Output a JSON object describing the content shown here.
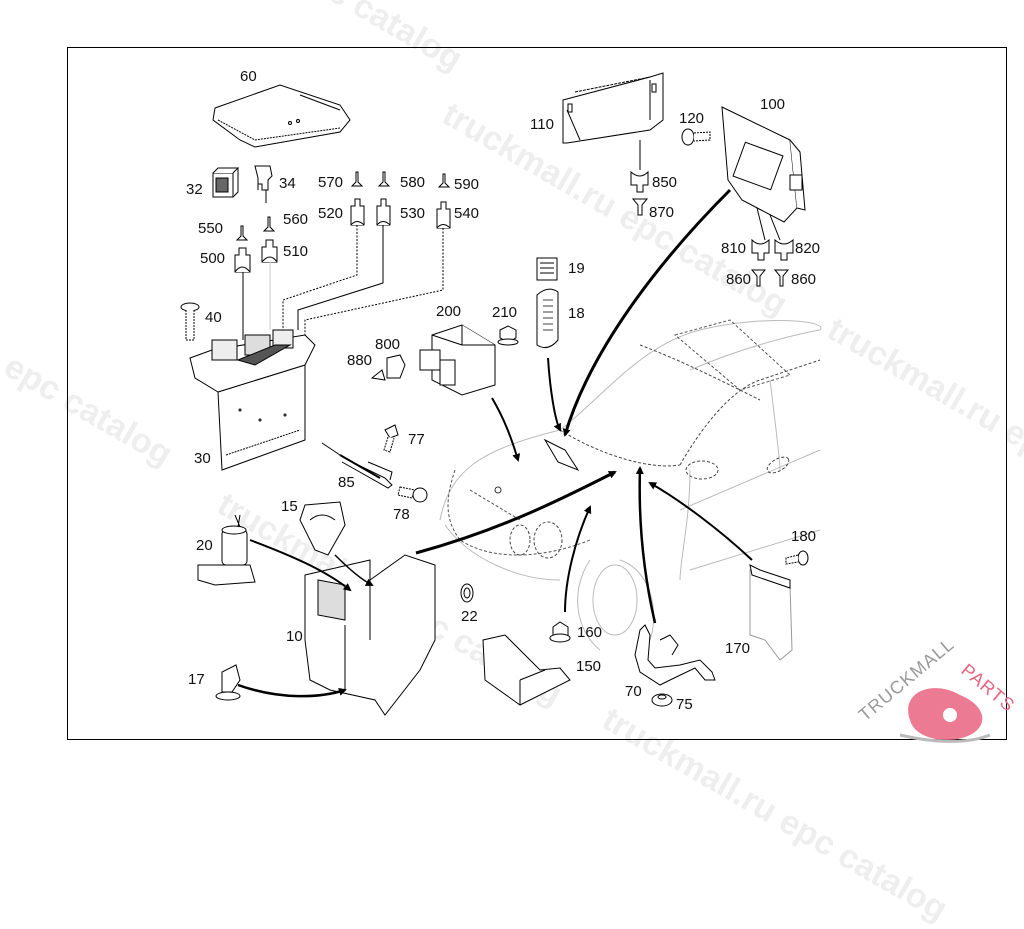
{
  "diagram": {
    "type": "exploded-parts-diagram",
    "subject": "Passenger car electrical control units and relay/fuse box components",
    "part_labels": {
      "p60": "60",
      "p32": "32",
      "p34": "34",
      "p570": "570",
      "p580": "580",
      "p590": "590",
      "p520": "520",
      "p530": "530",
      "p540": "540",
      "p550": "550",
      "p560": "560",
      "p500": "500",
      "p510": "510",
      "p40": "40",
      "p30": "30",
      "p110": "110",
      "p120": "120",
      "p100": "100",
      "p850": "850",
      "p870": "870",
      "p810": "810",
      "p820": "820",
      "p860a": "860",
      "p860b": "860",
      "p19": "19",
      "p18": "18",
      "p200": "200",
      "p210": "210",
      "p800": "800",
      "p880": "880",
      "p77": "77",
      "p85": "85",
      "p78": "78",
      "p15": "15",
      "p20": "20",
      "p10": "10",
      "p17": "17",
      "p22": "22",
      "p160": "160",
      "p150": "150",
      "p70": "70",
      "p75": "75",
      "p170": "170",
      "p180": "180"
    }
  },
  "watermarks": {
    "w1": "truckmall.ru epc catalog",
    "w2": "truckmall.ru epc catalog",
    "w3": "truckmall.ru epc catalog",
    "w4": "truckmall.ru epc catalog",
    "w5": "truckmall.ru epc catalog",
    "w6": "truckmall.ru epc catalog"
  },
  "logo": {
    "text_main": "TRUCKMALL",
    "text_accent": "PARTS",
    "accent_color": "#e8637f",
    "gray_color": "#9a9a9a"
  }
}
